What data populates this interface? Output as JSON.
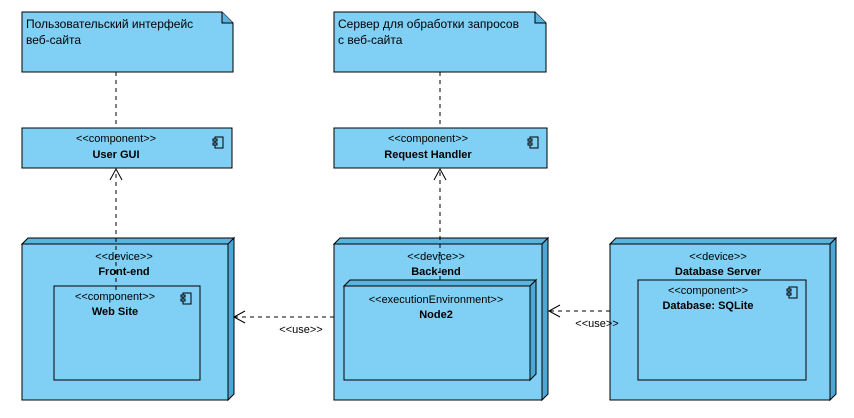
{
  "colors": {
    "fill": "#7fd0f4",
    "fill_dark": "#5ab4df",
    "fill_side": "#4aa8d6",
    "stroke": "#000000"
  },
  "notes": {
    "ui": {
      "line1": "Пользовательский интерфейс",
      "line2": "веб-сайта"
    },
    "server": {
      "line1": "Сервер для обработки запросов",
      "line2": "с веб-сайта"
    }
  },
  "components": {
    "user_gui": {
      "stereotype": "<<component>>",
      "name": "User GUI"
    },
    "request_handler": {
      "stereotype": "<<component>>",
      "name": "Request Handler"
    }
  },
  "nodes": {
    "frontend": {
      "stereotype": "<<device>>",
      "name": "Front-end",
      "inner": {
        "stereotype": "<<component>>",
        "name": "Web Site"
      }
    },
    "backend": {
      "stereotype": "<<device>>",
      "name": "Back-end",
      "inner": {
        "stereotype": "<<executionEnvironment>>",
        "name": "Node2"
      }
    },
    "dbserver": {
      "stereotype": "<<device>>",
      "name": "Database Server",
      "inner": {
        "stereotype": "<<component>>",
        "name": "Database: SQLite"
      }
    }
  },
  "connectors": {
    "use_left": "<<use>>",
    "use_right": "<<use>>"
  },
  "icons": [
    "component-icon"
  ]
}
